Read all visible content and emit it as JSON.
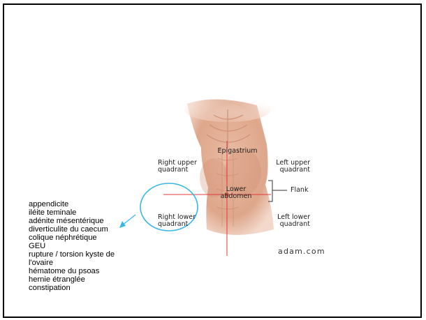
{
  "figure": {
    "labels": {
      "epigastrium": "Epigastrium",
      "right_upper": [
        "Right upper",
        "quadrant"
      ],
      "left_upper": [
        "Left upper",
        "quadrant"
      ],
      "lower_abdomen": [
        "Lower",
        "abdomen"
      ],
      "flank": "Flank",
      "right_lower": [
        "Right lower",
        "quadrant"
      ],
      "left_lower": [
        "Left lower",
        "quadrant"
      ]
    },
    "brand": "adam.com"
  },
  "diagnoses": [
    "appendicite",
    "iléite teminale",
    "adénite mésentérique",
    "diverticulite du caecum",
    "colique néphrétique",
    "GEU",
    "rupture / torsion kyste de",
    "l'ovaire",
    "hématome du psoas",
    "hernie étranglée",
    "constipation"
  ],
  "colors": {
    "circle": "#3ab7e4",
    "crosshair": "#e03a3a",
    "skin": "#e4b098",
    "border": "#000000"
  }
}
